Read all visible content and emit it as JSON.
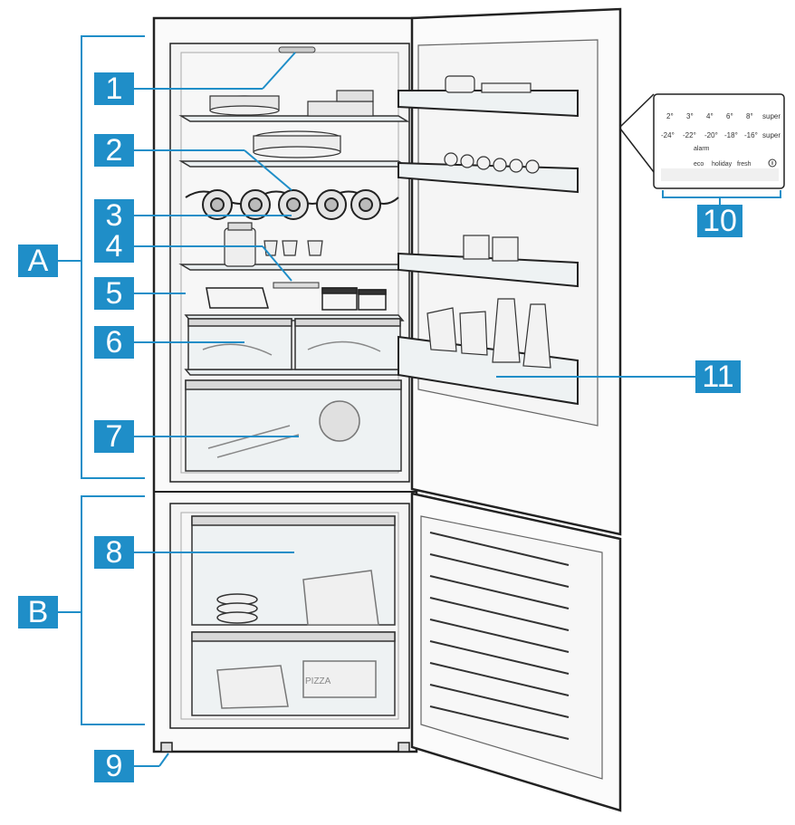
{
  "callouts": {
    "A": "A",
    "B": "B",
    "c1": "1",
    "c2": "2",
    "c3": "3",
    "c4": "4",
    "c5": "5",
    "c6": "6",
    "c7": "7",
    "c8": "8",
    "c9": "9",
    "c10": "10",
    "c11": "11"
  },
  "control_panel": {
    "fridge_temps": [
      "2°",
      "3°",
      "4°",
      "6°",
      "8°",
      "super"
    ],
    "freezer_temps": [
      "-24°",
      "-22°",
      "-20°",
      "-18°",
      "-16°",
      "super"
    ],
    "alarm": "alarm",
    "modes": [
      "eco",
      "holiday",
      "fresh"
    ],
    "info_icon": "info-icon"
  },
  "pizza_text": "PIZZA",
  "colors": {
    "callout": "#1f8ec8",
    "line": "#1f8ec8",
    "outline": "#222222"
  }
}
